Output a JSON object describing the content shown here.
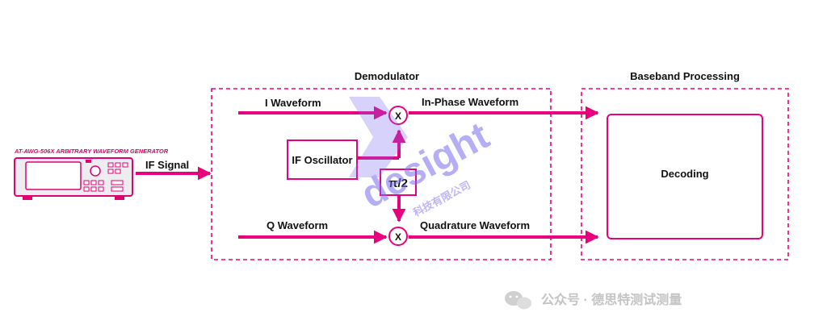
{
  "colors": {
    "magenta": "#e8007d",
    "text": "#111111",
    "device_body": "#e9e9ee",
    "device_edge": "#e0006e",
    "watermark_purple": "#7a6cf0",
    "watermark_gray": "#bdbdbd"
  },
  "device": {
    "caption": "AT-AWG-506X ARBITRARY WAVEFORM GENERATOR",
    "icon": "waveform-generator-icon"
  },
  "labels": {
    "if_signal": "IF Signal",
    "demodulator": "Demodulator",
    "baseband_processing": "Baseband Processing",
    "i_waveform": "I Waveform",
    "q_waveform": "Q Waveform",
    "in_phase_waveform": "In-Phase Waveform",
    "quadrature_waveform": "Quadrature Waveform",
    "if_oscillator": "IF Oscillator",
    "phase_shift": "π/2",
    "mixer": "X",
    "decoding": "Decoding"
  },
  "watermark": {
    "logo_text": "desight",
    "logo_sub": "科技有限公司",
    "account_text": "公众号 · 德思特测试测量",
    "icon": "wechat-icon"
  }
}
